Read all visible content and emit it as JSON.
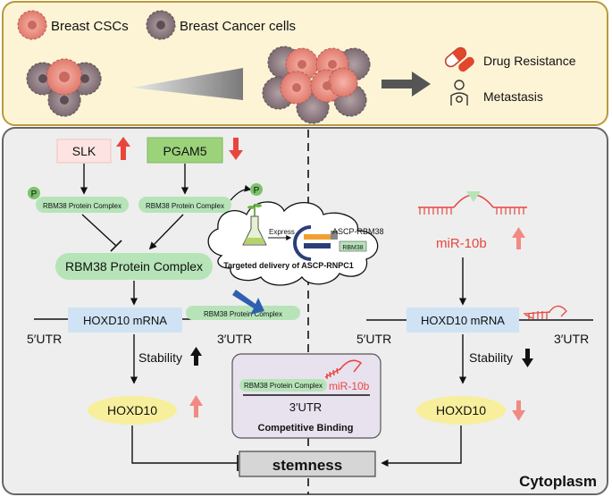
{
  "legend": {
    "csc_label": "Breast CSCs",
    "cancer_label": "Breast Cancer cells"
  },
  "outcomes": {
    "drug_resistance": "Drug Resistance",
    "metastasis": "Metastasis"
  },
  "left": {
    "slk": "SLK",
    "pgam5": "PGAM5",
    "phospho": "P",
    "small_complex": "RBM38 Protein Complex",
    "big_complex": "RBM38 Protein Complex",
    "mrna": "HOXD10 mRNA",
    "utr5": "5′UTR",
    "utr3": "3′UTR",
    "bound_complex": "RBM38 Protein Complex",
    "stability": "Stability",
    "hoxd10": "HOXD10"
  },
  "delivery": {
    "express": "Express",
    "construct": "ASCP-RBM38",
    "rbm38_box": "RBM38",
    "caption": "Targeted delivery of ASCP-RNPC1"
  },
  "competition": {
    "complex": "RBM38 Protein Complex",
    "mirna": "miR-10b",
    "utr": "3′UTR",
    "caption": "Competitive Binding"
  },
  "right": {
    "mirna": "miR-10b",
    "mrna": "HOXD10 mRNA",
    "utr5": "5′UTR",
    "utr3": "3′UTR",
    "stability": "Stability",
    "hoxd10": "HOXD10"
  },
  "stemness": "stemness",
  "compartment": "Cytoplasm",
  "colors": {
    "up_arrow_red": "#e8463d",
    "green_box": "#9bd27a",
    "complex_green": "#b6e4b8",
    "mrna_blue": "#cfe3f4",
    "hoxd10_yellow": "#f7ef9c",
    "top_panel": "#fdf4d6",
    "cyto_panel": "#eeeeee"
  }
}
